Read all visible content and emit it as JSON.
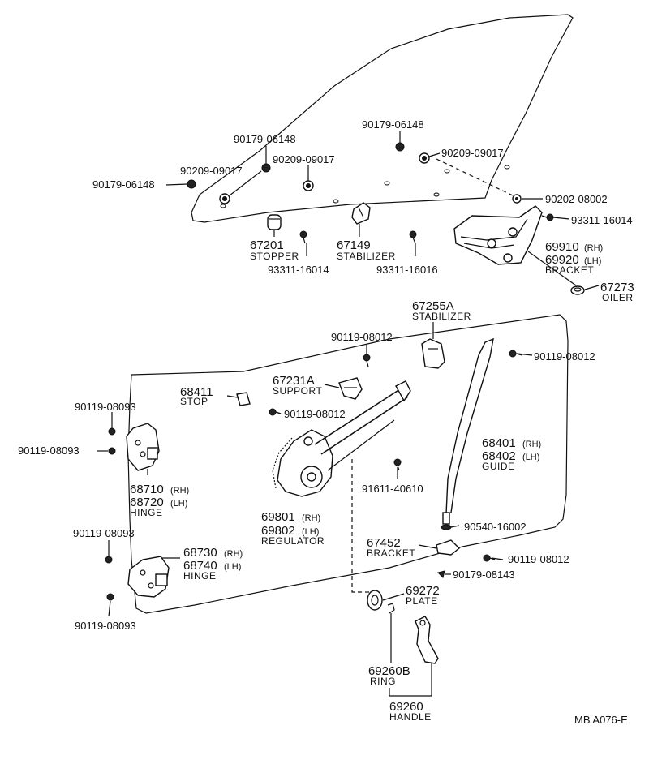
{
  "diagram": {
    "code": "MB A076-E",
    "labels": {
      "p90179_06148_top": "90179-06148",
      "p90179_06148_mid": "90179-06148",
      "p90179_06148_left": "90179-06148",
      "p90209_09017_left": "90209-09017",
      "p90209_09017_mid": "90209-09017",
      "p90209_09017_right": "90209-09017",
      "p90202_08002": "90202-08002",
      "p93311_16014_right": "93311-16014",
      "p93311_16014_bottom": "93311-16014",
      "p93311_16016": "93311-16016",
      "p67201": "67201",
      "p67201_name": "STOPPER",
      "p67149": "67149",
      "p67149_name": "STABILIZER",
      "p69910": "69910",
      "p69910_side": "(RH)",
      "p69920": "69920",
      "p69920_side": "(LH)",
      "p69910_name": "BRACKET",
      "p67273": "67273",
      "p67273_name": "OILER",
      "p67255A": "67255A",
      "p67255A_name": "STABILIZER",
      "p90119_08012_a": "90119-08012",
      "p90119_08012_b": "90119-08012",
      "p90119_08012_c": "90119-08012",
      "p90119_08012_d": "90119-08012",
      "p67231A": "67231A",
      "p67231A_name": "SUPPORT",
      "p68411": "68411",
      "p68411_name": "STOP",
      "p90119_08093_a": "90119-08093",
      "p90119_08093_b": "90119-08093",
      "p90119_08093_c": "90119-08093",
      "p90119_08093_d": "90119-08093",
      "p68710": "68710",
      "p68710_side": "(RH)",
      "p68720": "68720",
      "p68720_side": "(LH)",
      "p68710_name": "HINGE",
      "p68401": "68401",
      "p68401_side": "(RH)",
      "p68402": "68402",
      "p68402_side": "(LH)",
      "p68401_name": "GUIDE",
      "p91611_40610": "91611-40610",
      "p69801": "69801",
      "p69801_side": "(RH)",
      "p69802": "69802",
      "p69802_side": "(LH)",
      "p69801_name": "REGULATOR",
      "p90540_16002": "90540-16002",
      "p67452": "67452",
      "p67452_name": "BRACKET",
      "p68730": "68730",
      "p68730_side": "(RH)",
      "p68740": "68740",
      "p68740_side": "(LH)",
      "p68730_name": "HINGE",
      "p90179_08143": "90179-08143",
      "p69272": "69272",
      "p69272_name": "PLATE",
      "p69260B": "69260B",
      "p69260B_name": "RING",
      "p69260": "69260",
      "p69260_name": "HANDLE"
    }
  }
}
